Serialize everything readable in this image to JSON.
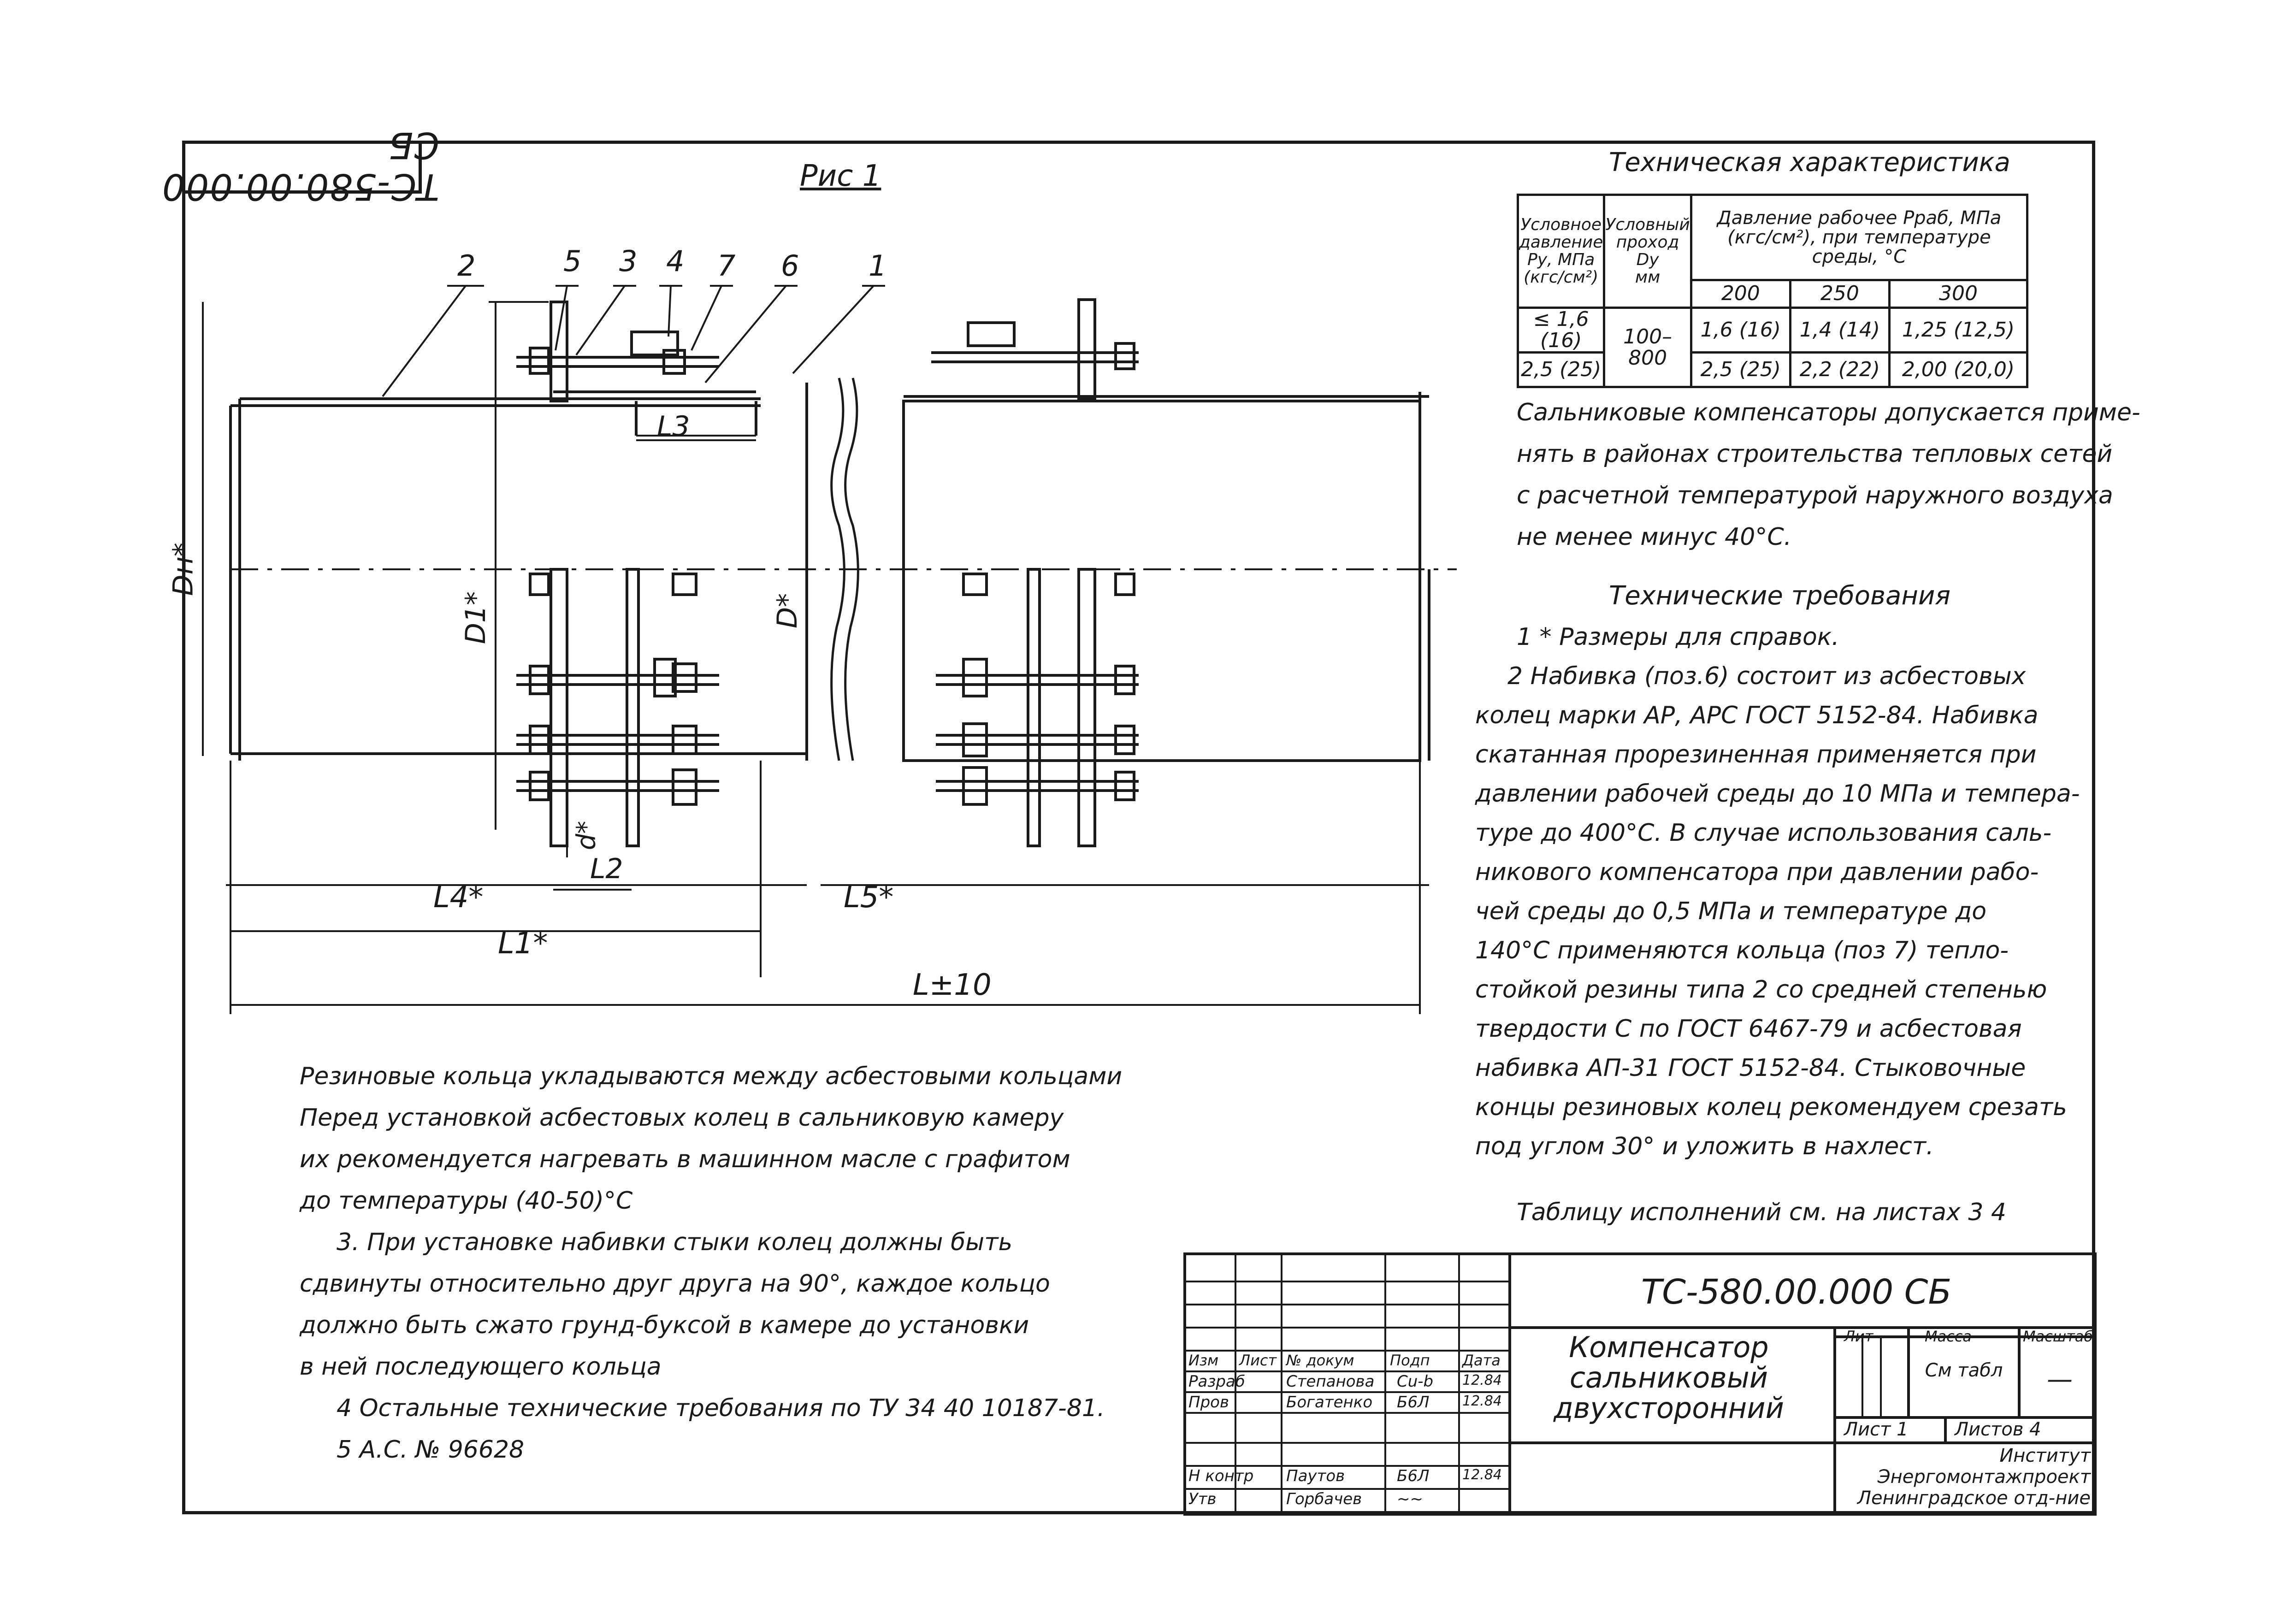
{
  "sheet_code_rotated": "ТС-580.00.000 СБ",
  "figure_label": "Рис 1",
  "callouts": [
    "2",
    "5",
    "3",
    "4",
    "7",
    "6",
    "1"
  ],
  "dimensions": {
    "L3": "L3",
    "L2": "L2",
    "L4": "L4*",
    "L5": "L5*",
    "L1": "L1*",
    "L": "L±10",
    "Dn": "Dн*",
    "D1": "D1*",
    "D": "D*",
    "d": "d*"
  },
  "tech_char": {
    "title": "Техническая характеристика",
    "headers": {
      "col1": [
        "Условное",
        "давление",
        "Pу, МПа",
        "(кгс/см²)"
      ],
      "col2": [
        "Условный",
        "проход",
        "Dу",
        "мм"
      ],
      "col3": [
        "Давление рабочее Рраб, МПа",
        "(кгс/см²), при температуре",
        "среды, °С"
      ],
      "temps": [
        "200",
        "250",
        "300"
      ]
    },
    "rows": [
      {
        "py": "≤ 1,6 (16)",
        "values": [
          "1,6 (16)",
          "1,4 (14)",
          "1,25 (12,5)"
        ]
      },
      {
        "py": "2,5 (25)",
        "values": [
          "2,5 (25)",
          "2,2 (22)",
          "2,00 (20,0)"
        ]
      }
    ],
    "dy": "100–800"
  },
  "note_lines": [
    "Сальниковые компенсаторы допускается приме-",
    "нять в районах строительства тепловых сетей",
    "с расчетной температурой наружного воздуха",
    "не менее минус 40°С."
  ],
  "requirements_title": "Технические требования",
  "requirements_lines": [
    "1 * Размеры для справок.",
    "2  Набивка (поз.6) состоит из асбестовых",
    "колец марки АР, АРС ГОСТ 5152-84.  Набивка",
    "скатанная прорезиненная применяется при",
    "давлении рабочей среды до 10 МПа и темпера-",
    "туре до 400°С.  В случае использования саль-",
    "никового компенсатора при давлении рабо-",
    "чей среды до 0,5 МПа и температуре до",
    "140°С применяются кольца (поз 7) тепло-",
    "стойкой резины типа 2 со средней степенью",
    "твердости С по ГОСТ 6467-79 и асбестовая",
    "набивка АП-31 ГОСТ 5152-84.  Стыковочные",
    "концы резиновых колец рекомендуем срезать",
    "под углом 30° и уложить  в нахлест."
  ],
  "tables_ref": "Таблицу исполнений  см. на листах 3   4",
  "left_lines": [
    "Резиновые кольца укладываются между асбестовыми кольцами",
    "Перед установкой асбестовых колец в сальниковую камеру",
    "их рекомендуется нагревать в машинном масле с графитом",
    "до температуры  (40-50)°С",
    "3. При установке набивки стыки колец должны быть",
    "сдвинуты относительно друг друга на 90°, каждое кольцо",
    "должно быть сжато  грунд-буксой в камере до установки",
    "в ней последующего  кольца",
    "4  Остальные  технические  требования  по ТУ 34 40 10187-81.",
    "5  А.С. № 96628"
  ],
  "title_block": {
    "code": "ТС-580.00.000 СБ",
    "name": [
      "Компенсатор",
      "сальниковый",
      "двухсторонний"
    ],
    "head_labels": [
      "Изм",
      "Лист",
      "№ докум",
      "Подп",
      "Дата"
    ],
    "rows": [
      {
        "role": "Разраб",
        "name": "Степанова",
        "sign": "Cu-b",
        "date": "12.84"
      },
      {
        "role": "Пров",
        "name": "Богатенко",
        "sign": "Б6Л",
        "date": "12.84"
      },
      {
        "role": "Н контр",
        "name": "Паутов",
        "sign": "Б6Л",
        "date": "12.84"
      },
      {
        "role": "Утв",
        "name": "Горбачев",
        "sign": "~~",
        "date": ""
      }
    ],
    "lit_label": "Лит",
    "mass_label": "Масса",
    "scale_label": "Масштаб",
    "mass_value": "См табл",
    "scale_value": "—",
    "sheet_label": "Лист 1",
    "sheets_label": "Листов 4",
    "org": [
      "Институт",
      "Энергомонтажпроект",
      "Ленинградское отд-ние"
    ]
  }
}
